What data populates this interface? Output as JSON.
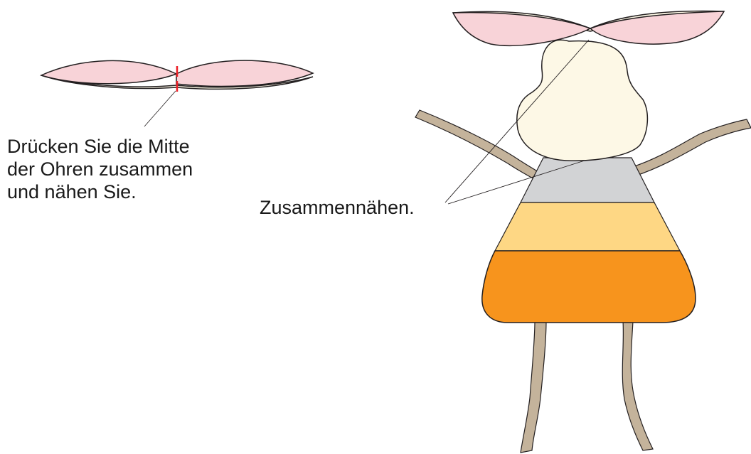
{
  "instruction": {
    "lines": [
      "Drücken Sie die Mitte",
      "der Ohren zusammen",
      "und nähen Sie."
    ]
  },
  "sew_label": "Zusammennähen.",
  "colors": {
    "ear_pink": "#f8d3d8",
    "ear_lining": "#fdf8e6",
    "head_cream": "#fdf8e6",
    "stripe_gray": "#d2d3d5",
    "stripe_yellow": "#fed784",
    "stripe_orange": "#f7941d",
    "limb_tan": "#c4b39b",
    "stitch_red": "#ed1c24",
    "outline": "#231f20"
  }
}
